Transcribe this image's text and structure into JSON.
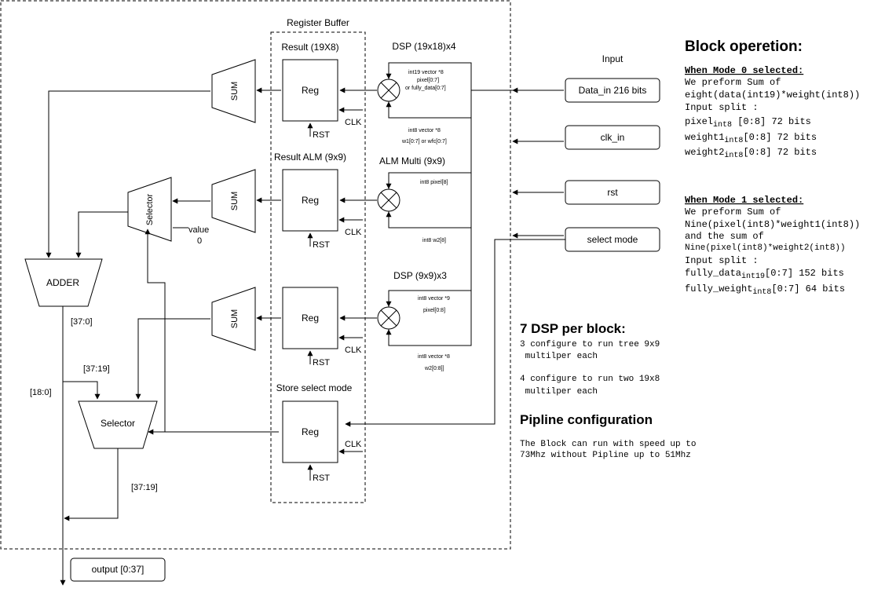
{
  "register_buffer_title": "Register Buffer",
  "input_title": "Input",
  "stages": [
    {
      "label": "Result (19X8)",
      "dsp_label": "DSP (19x18)x4",
      "top_note_1": "int19 vector *8",
      "top_note_2": "pixel[0:7]",
      "top_note_3": "or fully_data[0:7]",
      "bottom_note_1": "int8 vector *8",
      "bottom_note_2": "w1[0:7] or wfc[0:7]"
    },
    {
      "label": "Result ALM (9x9)",
      "dsp_label": "ALM Multi (9x9)",
      "top_note_1": "int8 pixel[8]",
      "bottom_note_1": "int8 w2[8]"
    },
    {
      "label": "",
      "dsp_label": "DSP (9x9)x3",
      "top_note_1": "int8 vector *9",
      "top_note_2": "pixel[0:8]",
      "bottom_note_1": "int8 vector *8",
      "bottom_note_2": "w2[0:8]]"
    },
    {
      "label": "Store select mode"
    }
  ],
  "reg_label": "Reg",
  "clk_label": "CLK",
  "rst_label": "RST",
  "sum_label": "SUM",
  "selector_label": "Selector",
  "adder_label": "ADDER",
  "value_label": "value",
  "value_zero": "0",
  "bus_37_0": "[37:0]",
  "bus_37_19": "[37:19]",
  "bus_18_0": "[18:0]",
  "bus_37_19_b": "[37:19]",
  "output_label": "output [0:37]",
  "inputs": {
    "data_in": "Data_in 216 bits",
    "clk_in": "clk_in",
    "rst": "rst",
    "select_mode": "select mode"
  },
  "block_op": {
    "title": "Block operetion:",
    "mode0_heading": "When Mode 0 selected:",
    "mode0_line1": "We preform Sum of",
    "mode0_line2": "eight(data(int19)*weight(int8))",
    "mode0_split": "Input split :",
    "mode0_p1_a": "pixel",
    "mode0_p1_sub": "int8",
    "mode0_p1_b": " [0:8] 72 bits",
    "mode0_p2_a": "weight1",
    "mode0_p2_sub": "int8",
    "mode0_p2_b": "[0:8] 72 bits",
    "mode0_p3_a": "weight2",
    "mode0_p3_sub": "int8",
    "mode0_p3_b": "[0:8] 72 bits",
    "mode1_heading": "When Mode 1 selected:",
    "mode1_line1": "We preform Sum of",
    "mode1_line2": "Nine(pixel(int8)*weight1(int8))",
    "mode1_line3": "and the sum of",
    "mode1_line4": "Nine(pixel(int8)*weight2(int8))",
    "mode1_split": "Input split :",
    "mode1_p1_a": "fully_data",
    "mode1_p1_sub": "int19",
    "mode1_p1_b": "[0:7] 152 bits",
    "mode1_p2_a": "fully_weight",
    "mode1_p2_sub": "int8",
    "mode1_p2_b": "[0:7] 64 bits"
  },
  "dsp_block": {
    "title": "7 DSP per block:",
    "line1": "3 configure to run tree 9x9",
    "line2": " multilper each",
    "line3": "4 configure to run two 19x8",
    "line4": " multilper each"
  },
  "pipeline": {
    "title": "Pipline configuration",
    "line1": "The Block can run with speed up to",
    "line2": "73Mhz without Pipline up to 51Mhz"
  }
}
